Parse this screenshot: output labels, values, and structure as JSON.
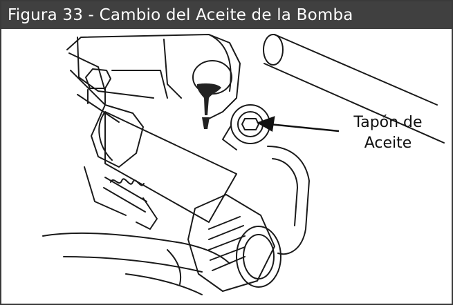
{
  "figure": {
    "title": "Figura 33 - Cambio del Aceite de la Bomba",
    "callout": {
      "line1": "Tapón de",
      "line2": "Aceite"
    }
  },
  "colors": {
    "title_background": "#404040",
    "title_text": "#ffffff",
    "line_art": "#1a1a1a",
    "oil": "#222222"
  }
}
